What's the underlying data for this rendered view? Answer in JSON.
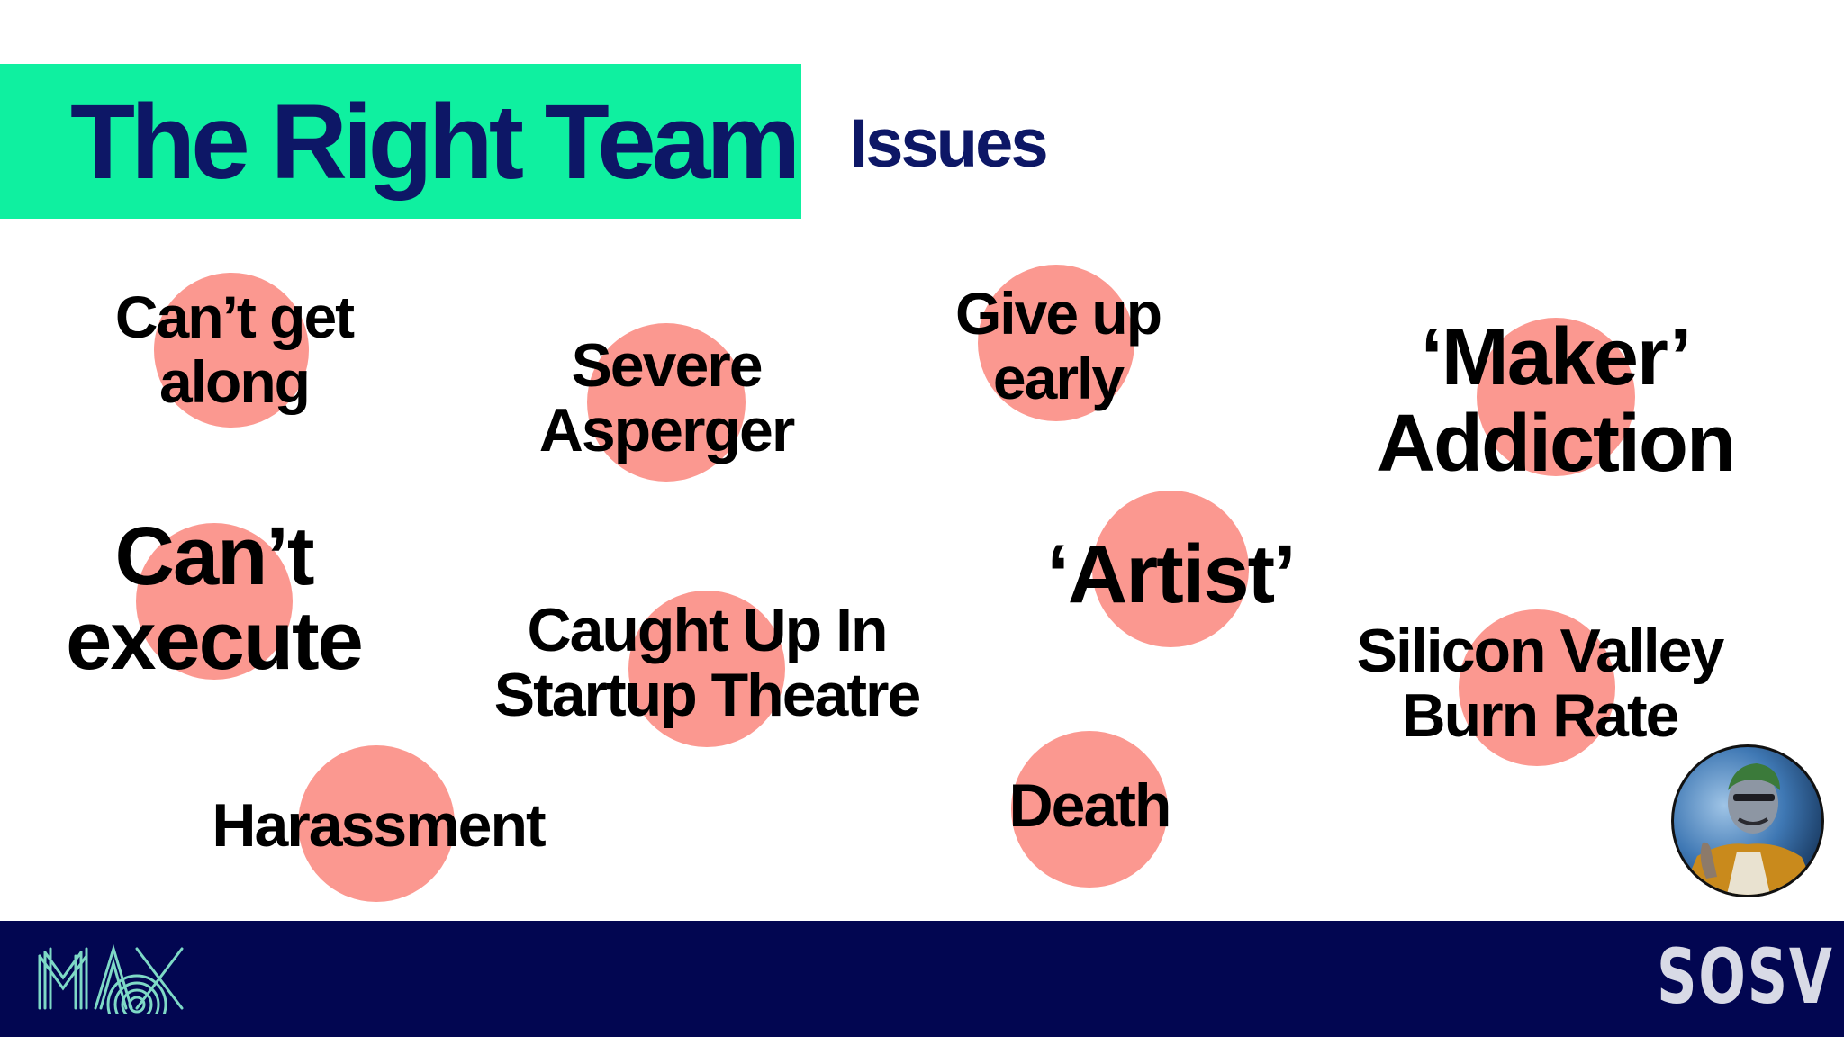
{
  "slide": {
    "title": "The Right Team",
    "subtitle": "Issues"
  },
  "issues": [
    {
      "id": "cant-get-along",
      "lines": [
        "Can’t get",
        "along"
      ]
    },
    {
      "id": "severe-asperger",
      "lines": [
        "Severe",
        "Asperger"
      ]
    },
    {
      "id": "give-up-early",
      "lines": [
        "Give up",
        "early"
      ]
    },
    {
      "id": "maker-addiction",
      "lines": [
        "‘Maker’",
        "Addiction"
      ]
    },
    {
      "id": "cant-execute",
      "lines": [
        "Can’t",
        "execute"
      ]
    },
    {
      "id": "caught-up",
      "lines": [
        "Caught Up In",
        "Startup Theatre"
      ]
    },
    {
      "id": "artist",
      "lines": [
        "‘Artist’"
      ]
    },
    {
      "id": "burn-rate",
      "lines": [
        "Silicon Valley",
        "Burn Rate"
      ]
    },
    {
      "id": "harassment",
      "lines": [
        "Harassment"
      ]
    },
    {
      "id": "death",
      "lines": [
        "Death"
      ]
    }
  ],
  "footer": {
    "left_logo_icon": "max-logo",
    "right_logo": "SOSV"
  },
  "presenter_icon": "presenter-avatar-icon",
  "colors": {
    "title_bar": "#0ff0a0",
    "title_text": "#0d1766",
    "circle": "#fb9890",
    "footer_bg": "#020651",
    "footer_logo": "#d8dae6",
    "max_logo": "#7ed9c6"
  }
}
